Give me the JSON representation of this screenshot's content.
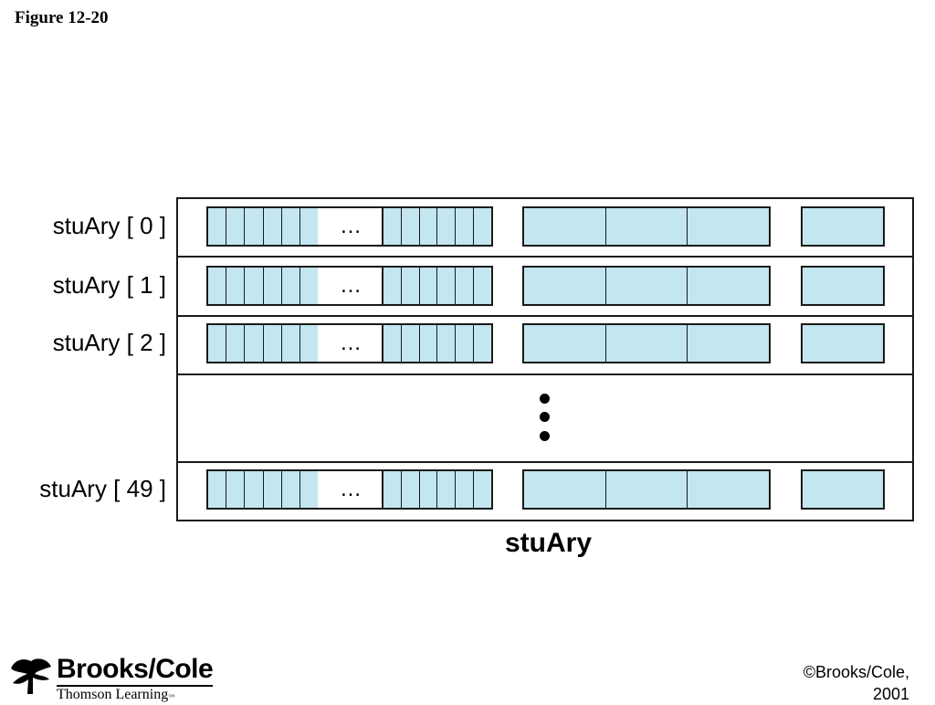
{
  "figure_title": "Figure 12-20",
  "rows": [
    {
      "label": "stuAry [ 0 ]"
    },
    {
      "label": "stuAry [ 1 ]"
    },
    {
      "label": "stuAry [ 2 ]"
    },
    {
      "label": "stuAry [ 49 ]"
    }
  ],
  "ellipsis": "…",
  "caption": "stuAry",
  "logo": {
    "brand": "Brooks/Cole",
    "sub": "Thomson Learning",
    "tm": "™"
  },
  "copyright": {
    "line1": "©Brooks/Cole,",
    "line2": "2001"
  },
  "colors": {
    "cell_fill": "#c3e6f0",
    "border": "#1a1a1a"
  }
}
